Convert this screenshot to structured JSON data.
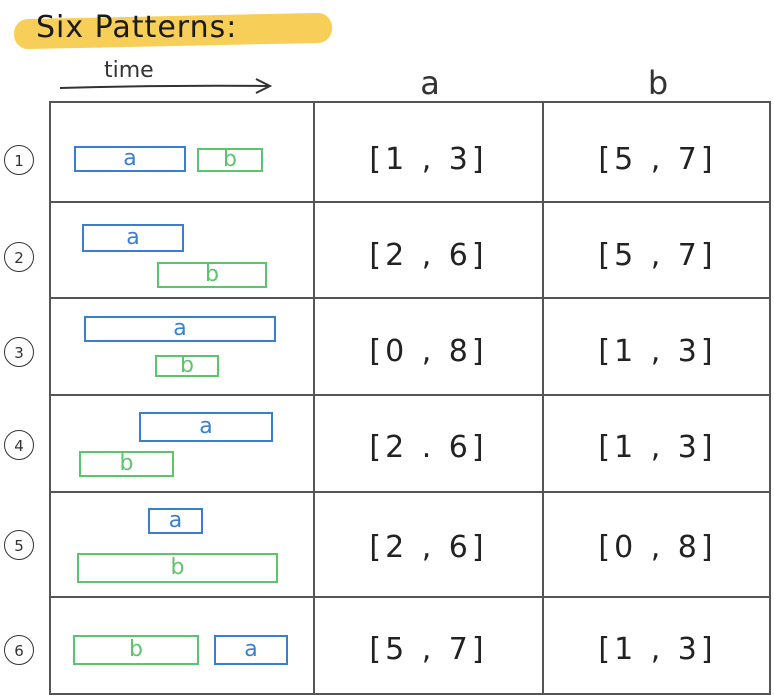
{
  "title": "Six Patterns:",
  "time_label": "time",
  "headers": {
    "a": "a",
    "b": "b"
  },
  "rows": [
    {
      "num": "1",
      "a_label": "a",
      "b_label": "b",
      "a_interval": "[1 , 3]",
      "b_interval": "[5 , 7]"
    },
    {
      "num": "2",
      "a_label": "a",
      "b_label": "b",
      "a_interval": "[2 , 6]",
      "b_interval": "[5 , 7]"
    },
    {
      "num": "3",
      "a_label": "a",
      "b_label": "b",
      "a_interval": "[0 , 8]",
      "b_interval": "[1 , 3]"
    },
    {
      "num": "4",
      "a_label": "a",
      "b_label": "b",
      "a_interval": "[2 . 6]",
      "b_interval": "[1 , 3]"
    },
    {
      "num": "5",
      "a_label": "a",
      "b_label": "b",
      "a_interval": "[2 , 6]",
      "b_interval": "[0 , 8]"
    },
    {
      "num": "6",
      "a_label": "a",
      "b_label": "b",
      "a_interval": "[5 , 7]",
      "b_interval": "[1 , 3]"
    }
  ],
  "colors": {
    "a": "#3a7fcf",
    "b": "#5cc46a",
    "highlight": "#f6c945"
  }
}
